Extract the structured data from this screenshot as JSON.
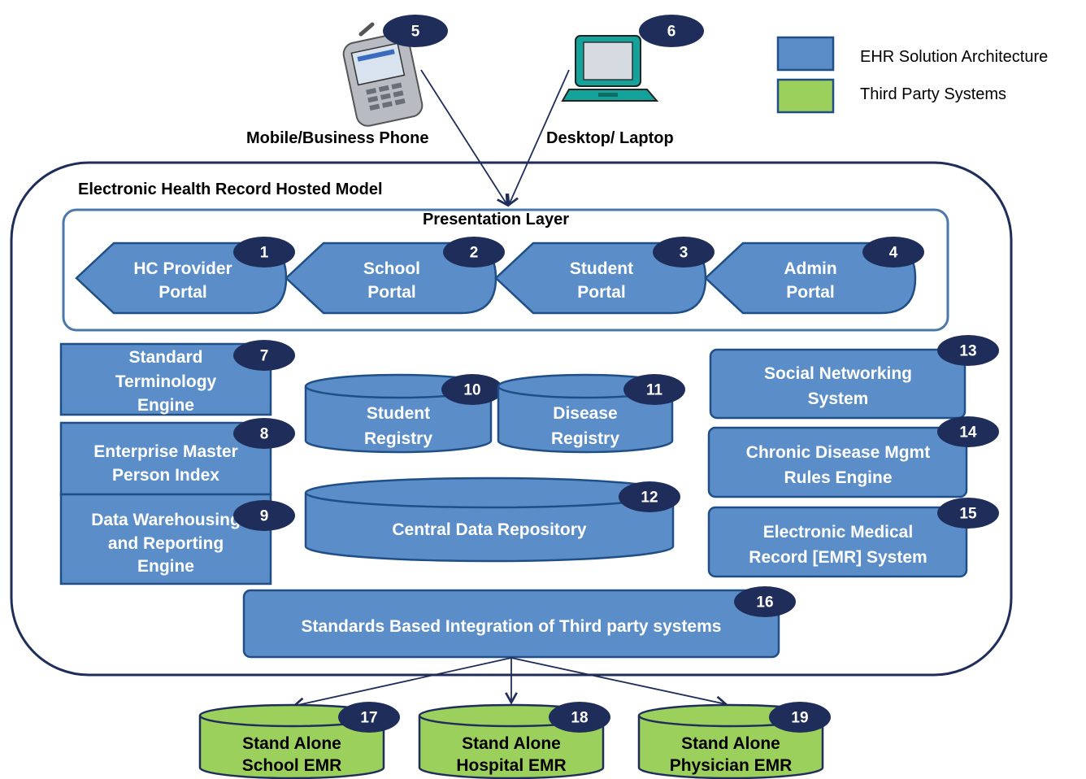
{
  "colors": {
    "ehr_fill": "#5b8ec9",
    "ehr_stroke": "#1f4f86",
    "third_party_fill": "#9bd05d",
    "third_party_stroke": "#1f2d5a",
    "badge": "#1f2d5a",
    "outline": "#1f2d5a"
  },
  "legend": [
    {
      "label": "EHR Solution Architecture",
      "color": "#5b8ec9"
    },
    {
      "label": "Third Party Systems",
      "color": "#9bd05d"
    }
  ],
  "devices": {
    "phone": {
      "label": "Mobile/Business Phone",
      "badge": "5",
      "icon": "mobile-phone-icon"
    },
    "laptop": {
      "label": "Desktop/ Laptop",
      "badge": "6",
      "icon": "laptop-icon"
    }
  },
  "container_title": "Electronic Health Record  Hosted Model",
  "presentation_layer": "Presentation Layer",
  "portals": [
    {
      "badge": "1",
      "lines": [
        "HC Provider",
        "Portal"
      ]
    },
    {
      "badge": "2",
      "lines": [
        "School",
        "Portal"
      ]
    },
    {
      "badge": "3",
      "lines": [
        "Student",
        "Portal"
      ]
    },
    {
      "badge": "4",
      "lines": [
        "Admin",
        "Portal"
      ]
    }
  ],
  "left_engines": [
    {
      "badge": "7",
      "lines": [
        "Standard",
        "Terminology",
        "Engine"
      ]
    },
    {
      "badge": "8",
      "lines": [
        "Enterprise Master",
        "Person Index"
      ]
    },
    {
      "badge": "9",
      "lines": [
        "Data Warehousing",
        "and Reporting",
        "Engine"
      ]
    }
  ],
  "registries": [
    {
      "badge": "10",
      "lines": [
        "Student",
        "Registry"
      ]
    },
    {
      "badge": "11",
      "lines": [
        "Disease",
        "Registry"
      ]
    }
  ],
  "central": {
    "badge": "12",
    "label": "Central Data Repository"
  },
  "right_systems": [
    {
      "badge": "13",
      "lines": [
        "Social Networking",
        "System"
      ]
    },
    {
      "badge": "14",
      "lines": [
        "Chronic Disease Mgmt",
        "Rules Engine"
      ]
    },
    {
      "badge": "15",
      "lines": [
        "Electronic Medical",
        "Record [EMR] System"
      ]
    }
  ],
  "integration": {
    "badge": "16",
    "label": "Standards Based Integration of Third party systems"
  },
  "third_party": [
    {
      "badge": "17",
      "lines": [
        "Stand Alone",
        "School EMR"
      ]
    },
    {
      "badge": "18",
      "lines": [
        "Stand Alone",
        "Hospital EMR"
      ]
    },
    {
      "badge": "19",
      "lines": [
        "Stand Alone",
        "Physician EMR"
      ]
    }
  ]
}
